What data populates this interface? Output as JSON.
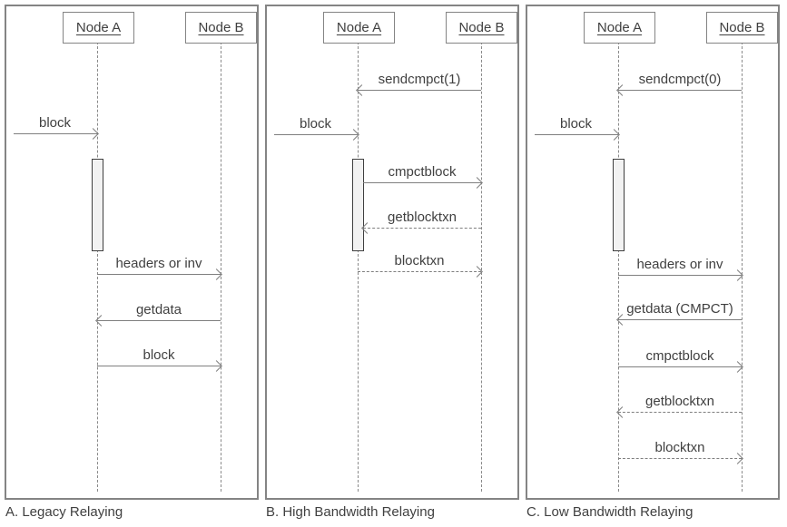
{
  "colors": {
    "line": "#7f7f7f",
    "text": "#404040",
    "panel_border": "#848484",
    "activation_fill": "#f2f2f2",
    "activation_border": "#3f3f3f",
    "background": "#ffffff"
  },
  "panels": [
    {
      "caption": "A. Legacy Relaying",
      "actor_a": "Node A",
      "actor_b": "Node B",
      "messages": [
        {
          "label": "block",
          "from": "external",
          "to": "Node A",
          "line": "solid"
        },
        {
          "label": "headers or inv",
          "from": "Node A",
          "to": "Node B",
          "line": "solid"
        },
        {
          "label": "getdata",
          "from": "Node B",
          "to": "Node A",
          "line": "solid"
        },
        {
          "label": "block",
          "from": "Node A",
          "to": "Node B",
          "line": "solid"
        }
      ]
    },
    {
      "caption": "B. High Bandwidth Relaying",
      "actor_a": "Node A",
      "actor_b": "Node B",
      "messages": [
        {
          "label": "sendcmpct(1)",
          "from": "Node B",
          "to": "Node A",
          "line": "solid"
        },
        {
          "label": "block",
          "from": "external",
          "to": "Node A",
          "line": "solid"
        },
        {
          "label": "cmpctblock",
          "from": "Node A",
          "to": "Node B",
          "line": "solid"
        },
        {
          "label": "getblocktxn",
          "from": "Node B",
          "to": "Node A",
          "line": "dashed"
        },
        {
          "label": "blocktxn",
          "from": "Node A",
          "to": "Node B",
          "line": "dashed"
        }
      ]
    },
    {
      "caption": "C. Low Bandwidth Relaying",
      "actor_a": "Node A",
      "actor_b": "Node B",
      "messages": [
        {
          "label": "sendcmpct(0)",
          "from": "Node B",
          "to": "Node A",
          "line": "solid"
        },
        {
          "label": "block",
          "from": "external",
          "to": "Node A",
          "line": "solid"
        },
        {
          "label": "headers or inv",
          "from": "Node A",
          "to": "Node B",
          "line": "solid"
        },
        {
          "label": "getdata (CMPCT)",
          "from": "Node B",
          "to": "Node A",
          "line": "solid"
        },
        {
          "label": "cmpctblock",
          "from": "Node A",
          "to": "Node B",
          "line": "solid"
        },
        {
          "label": "getblocktxn",
          "from": "Node B",
          "to": "Node A",
          "line": "dashed"
        },
        {
          "label": "blocktxn",
          "from": "Node A",
          "to": "Node B",
          "line": "dashed"
        }
      ]
    }
  ]
}
